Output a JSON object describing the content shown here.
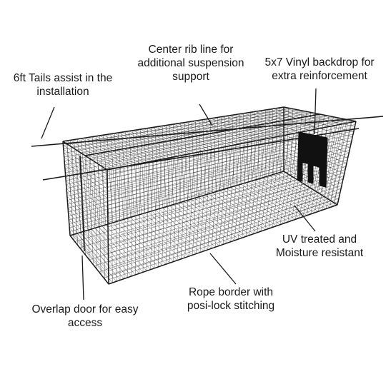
{
  "colors": {
    "background": "#ffffff",
    "net_line": "#1a1a1a",
    "grid_line": "#2a2a2a",
    "backdrop_fill": "#111111",
    "text": "#1a1a1a"
  },
  "labels": {
    "center_rib": [
      "Center rib line for",
      "additional suspension",
      "support"
    ],
    "vinyl_backdrop": [
      "5x7 Vinyl backdrop for",
      "extra reinforcement"
    ],
    "tails": [
      "6ft Tails assist in the",
      "installation"
    ],
    "uv_treated": [
      "UV treated and",
      "Moisture resistant"
    ],
    "rope_border": [
      "Rope border with",
      "posi-lock stitching"
    ],
    "overlap_door": [
      "Overlap door for easy",
      "access"
    ]
  }
}
